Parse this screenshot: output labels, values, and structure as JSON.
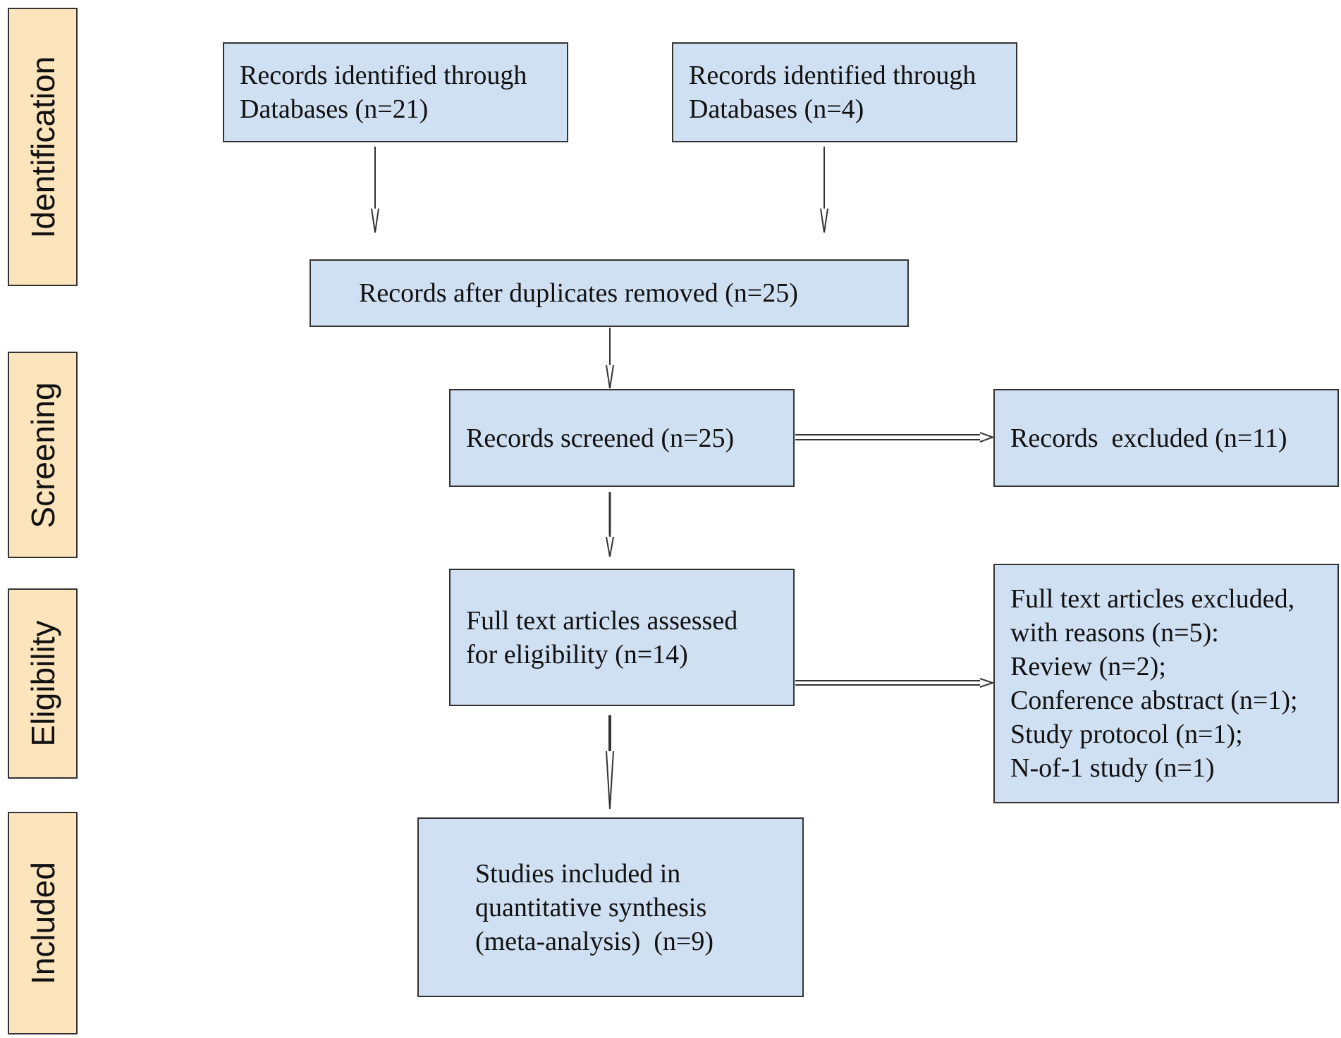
{
  "phases": {
    "identification": "Identification",
    "screening": "Screening",
    "eligibility": "Eligibility",
    "included": "Included"
  },
  "boxes": {
    "databases_1": [
      "Records identified through",
      "Databases (n=21)"
    ],
    "databases_2": [
      "Records identified through",
      "Databases (n=4)"
    ],
    "duplicates_removed": [
      "Records after duplicates removed (n=25)"
    ],
    "screened": [
      "Records screened (n=25)"
    ],
    "excluded": [
      "Records  excluded (n=11)"
    ],
    "full_text_assessed": [
      "Full text articles assessed",
      "for eligibility (n=14)"
    ],
    "full_text_excluded": [
      "Full text articles excluded,",
      "with reasons (n=5):",
      "Review (n=2);",
      "Conference abstract (n=1);",
      "Study protocol (n=1);",
      "N-of-1 study (n=1)"
    ],
    "included": [
      "Studies included in",
      "quantitative synthesis",
      "(meta-analysis)  (n=9)"
    ]
  },
  "colors": {
    "box_fill": "#cfe0f3",
    "phase_fill": "#fce4bd",
    "border": "#333333"
  }
}
